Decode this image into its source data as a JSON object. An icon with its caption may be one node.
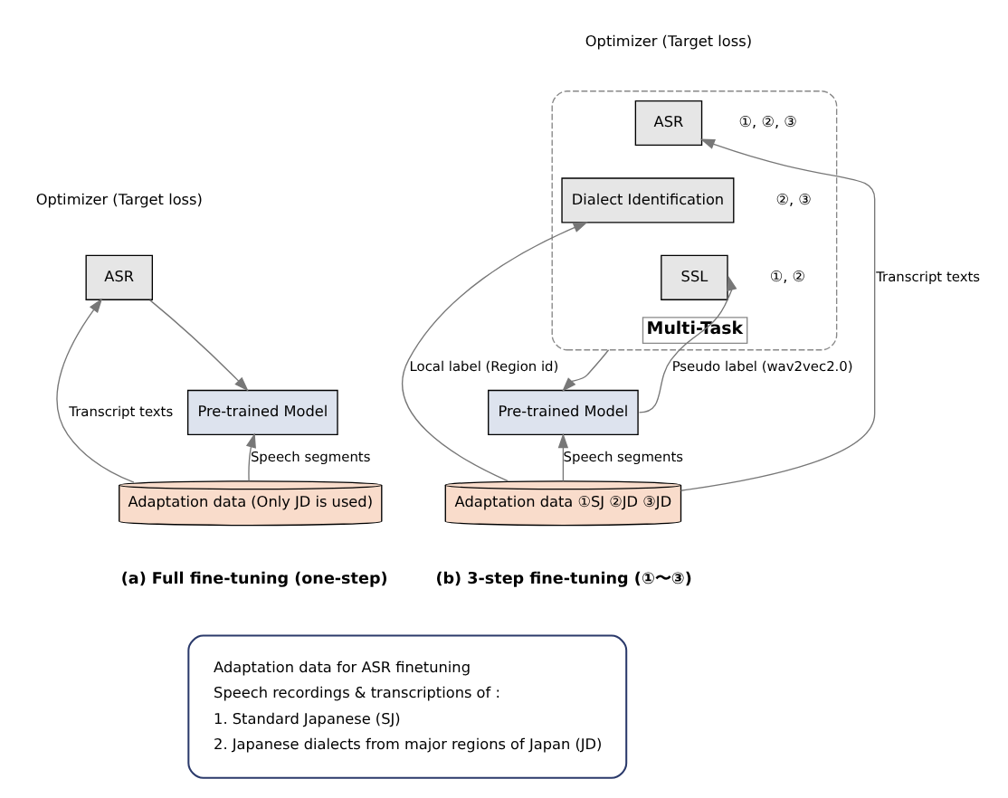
{
  "diagram": {
    "nodes": [
      {
        "text": [
          "ASR"
        ],
        "beside": [
          "Optimizer (Target loss)"
        ]
      },
      {
        "text": [
          "Pre-trained Model"
        ]
      },
      {
        "text": [
          "Adaptation data (Only JD is used)"
        ]
      },
      {
        "text": [
          "Multi-Task"
        ],
        "beside": [
          "Optimizer (Target loss)"
        ]
      },
      {
        "text": [
          "ASR"
        ],
        "in": 3,
        "beside": [
          "①, ②, ③"
        ]
      },
      {
        "text": [
          "Dialect Identification"
        ],
        "in": 3,
        "beside": [
          "②, ③"
        ]
      },
      {
        "text": [
          "SSL"
        ],
        "in": 3,
        "beside": [
          "①, ②"
        ]
      },
      {
        "text": [
          "Pre-trained Model"
        ]
      },
      {
        "text": [
          "Adaptation data ①SJ ②JD ③JD"
        ]
      },
      {
        "text": [
          "Adaptation data for ASR finetuning",
          "Speech recordings & transcriptions of :",
          "1. Standard Japanese (SJ)",
          "2. Japanese dialects from major regions of Japan (JD)"
        ]
      }
    ],
    "edges": [
      {
        "from": 2,
        "to": 0,
        "arrow": "to",
        "label": "Transcript texts"
      },
      {
        "from": 0,
        "to": 1,
        "arrow": "to"
      },
      {
        "from": 2,
        "to": 1,
        "arrow": "to",
        "label": "Speech segments"
      },
      {
        "from": 8,
        "to": 4,
        "arrow": "to",
        "label": "Transcript texts"
      },
      {
        "from": 8,
        "to": 5,
        "arrow": "to",
        "label": "Local label (Region id)"
      },
      {
        "from": 3,
        "to": 7,
        "arrow": "to"
      },
      {
        "from": 8,
        "to": 7,
        "arrow": "to",
        "label": "Speech segments"
      },
      {
        "from": 7,
        "to": 6,
        "arrow": "to",
        "label": "Pseudo label (wav2vec2.0)"
      }
    ],
    "labels": [
      "(a) Full fine-tuning (one-step)",
      "(b) 3-step fine-tuning (①〜③)"
    ]
  }
}
